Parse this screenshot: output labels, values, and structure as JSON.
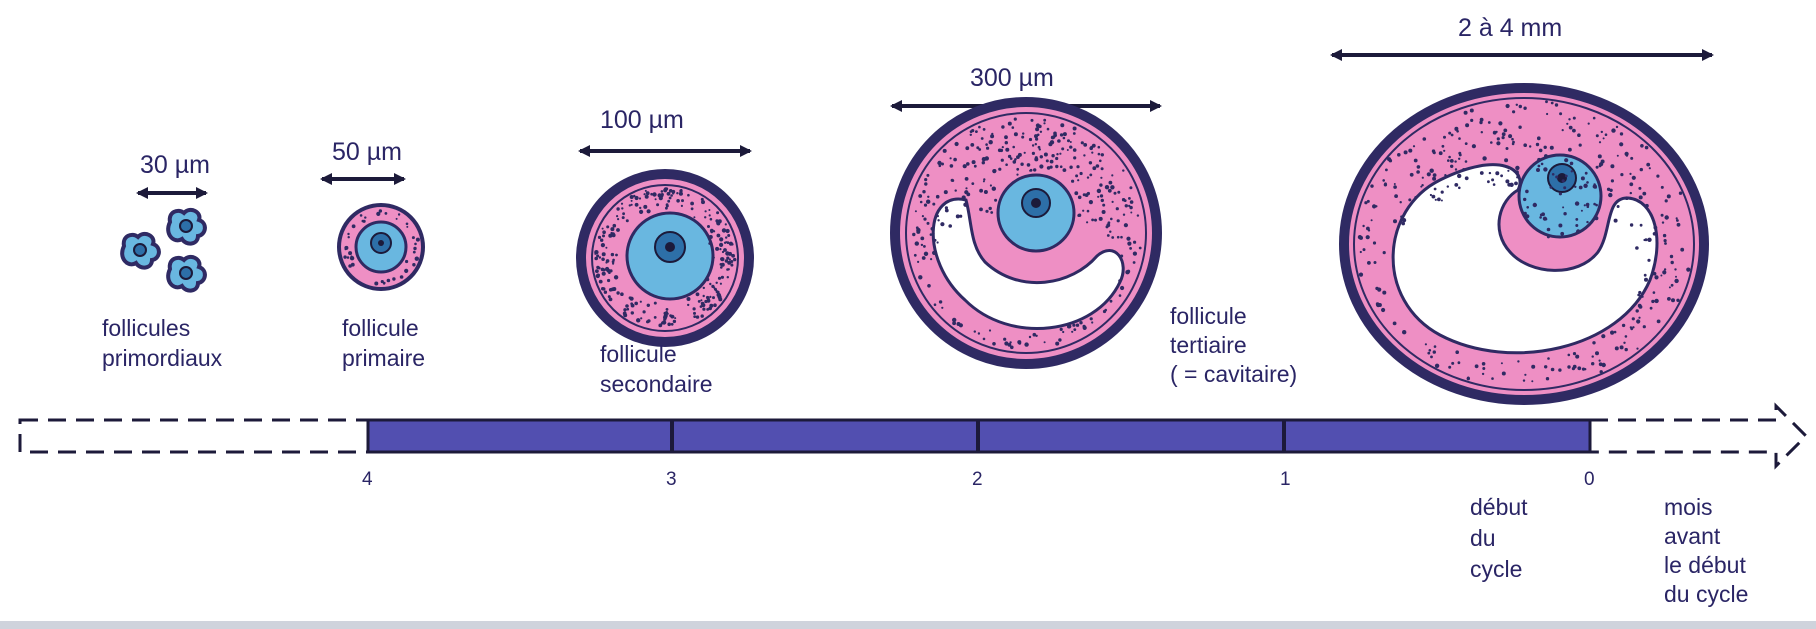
{
  "colors": {
    "timeline_fill": "#524fb0",
    "outline": "#2f2a63",
    "granulosa_pink": "#ee8fc4",
    "oocyte_blue": "#69b7e0",
    "nucleus_blue": "#2d6fa8",
    "text": "#2a2565"
  },
  "sizes": {
    "primordial": "30 µm",
    "primary": "50 µm",
    "secondary": "100 µm",
    "tertiary": "300 µm",
    "mature": "2 à 4 mm"
  },
  "stages": {
    "primordial": [
      "follicules",
      "primordiaux"
    ],
    "primary": [
      "follicule",
      "primaire"
    ],
    "secondary": [
      "follicule",
      "secondaire"
    ],
    "tertiary": [
      "follicule",
      "tertiaire",
      "( = cavitaire)"
    ]
  },
  "timeline": {
    "ticks": [
      "4",
      "3",
      "2",
      "1",
      "0"
    ],
    "cycle_start": [
      "début",
      "du",
      "cycle"
    ],
    "months_label": [
      "mois",
      "avant",
      "le début",
      "du cycle"
    ]
  }
}
